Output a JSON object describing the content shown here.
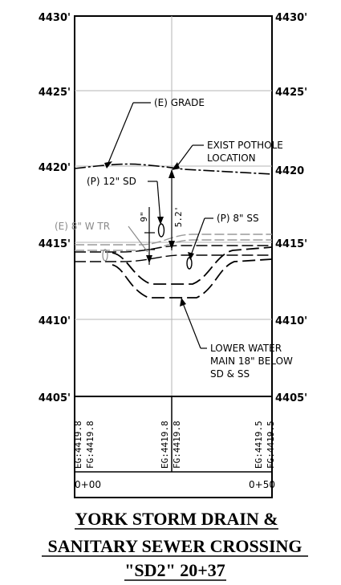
{
  "elevation_labels": [
    "4430'",
    "4425'",
    "4420'",
    "4415'",
    "4410'",
    "4405'"
  ],
  "elevation_labels_right": [
    "4430'",
    "4425'",
    "4420",
    "4415'",
    "4410'",
    "4405'"
  ],
  "callouts": {
    "grade": "(E) GRADE",
    "pothole_line1": "EXIST POTHOLE",
    "pothole_line2": "LOCATION",
    "sd": "(P) 12\" SD",
    "ss": "(P) 8\" SS",
    "water_tr": "(E) 8\" W TR",
    "lower_line1": "LOWER WATER",
    "lower_line2": "MAIN 18\" BELOW",
    "lower_line3": "SD & SS"
  },
  "dimensions": {
    "clearance": "9\"",
    "depth": "5.2'"
  },
  "grade_table": [
    {
      "eg": "EG:4419.8",
      "fg": "FG:4419.8"
    },
    {
      "eg": "EG:4419.8",
      "fg": "FG:4419.8"
    },
    {
      "eg": "EG:4419.5",
      "fg": "FG:4419.5"
    }
  ],
  "stations": [
    "0+00",
    "0+50"
  ],
  "title": {
    "line1": "YORK STORM DRAIN &",
    "line2": "SANITARY SEWER CROSSING",
    "line3": "\"SD2\" 20+37"
  }
}
